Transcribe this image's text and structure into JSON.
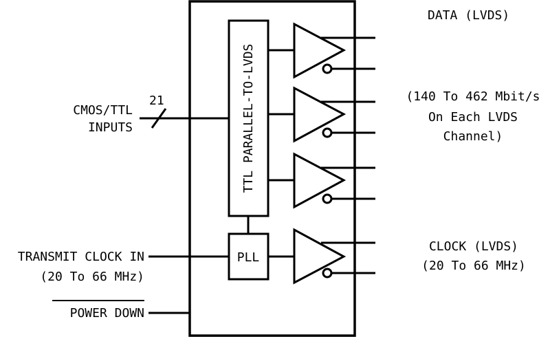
{
  "inputs": {
    "cmos_line1": "CMOS/TTL",
    "cmos_line2": "INPUTS",
    "bus_width": "21",
    "transmit_line1": "TRANSMIT CLOCK IN",
    "transmit_line2": "(20 To 66 MHz)",
    "power_down": "POWER DOWN"
  },
  "blocks": {
    "converter": "TTL PARALLEL-TO-LVDS",
    "pll": "PLL"
  },
  "outputs": {
    "data_title": "DATA (LVDS)",
    "rate_line1": "(140 To 462 Mbit/s",
    "rate_line2": "On Each LVDS",
    "rate_line3": "Channel)",
    "clock_title": "CLOCK (LVDS)",
    "clock_rate": "(20 To 66 MHz)"
  }
}
